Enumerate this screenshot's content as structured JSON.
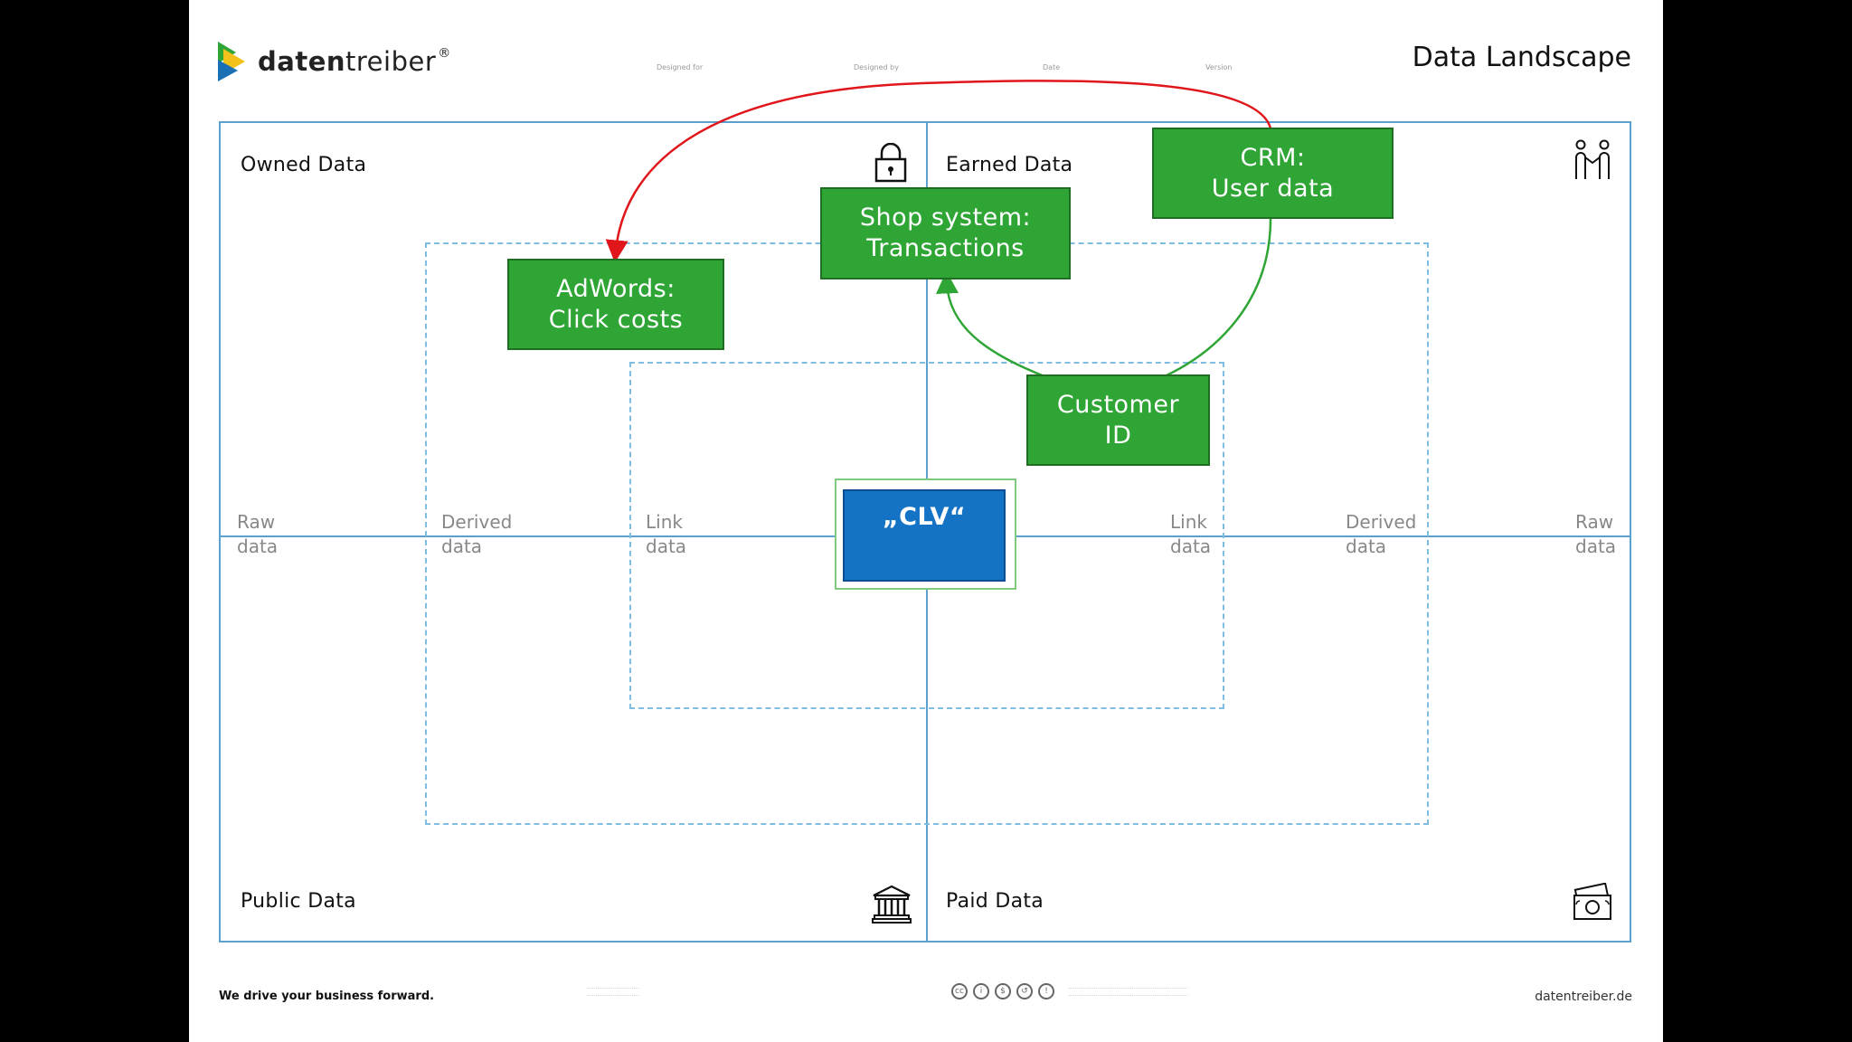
{
  "header": {
    "logo_text_bold": "daten",
    "logo_text_rest": "treiber",
    "logo_mark": "®",
    "title": "Data Landscape",
    "meta": [
      "Designed for",
      "Designed by",
      "Date",
      "Version"
    ]
  },
  "quadrants": {
    "owned": "Owned Data",
    "earned": "Earned Data",
    "public": "Public Data",
    "paid": "Paid Data"
  },
  "axis": {
    "left_raw": [
      "Raw",
      "data"
    ],
    "left_derived": [
      "Derived",
      "data"
    ],
    "left_link": [
      "Link",
      "data"
    ],
    "right_link": [
      "Link",
      "data"
    ],
    "right_derived": [
      "Derived",
      "data"
    ],
    "right_raw": [
      "Raw",
      "data"
    ]
  },
  "icons": {
    "owned": "lock-icon",
    "earned": "handshake-icon",
    "public": "institution-icon",
    "paid": "money-icon"
  },
  "stickies": {
    "crm": [
      "CRM:",
      "User data"
    ],
    "shop": [
      "Shop system:",
      "Transactions"
    ],
    "adwords": [
      "AdWords:",
      "Click costs"
    ],
    "customer": [
      "Customer",
      "ID"
    ],
    "clv": "„CLV“"
  },
  "colors": {
    "sticky_green": "#2ea535",
    "sticky_blue": "#1573c6",
    "grid_blue": "#5aa0d0",
    "arrow_red": "#e0161b",
    "arrow_green": "#2ea535"
  },
  "footer": {
    "tagline": "We drive your business forward.",
    "website": "datentreiber.de"
  }
}
